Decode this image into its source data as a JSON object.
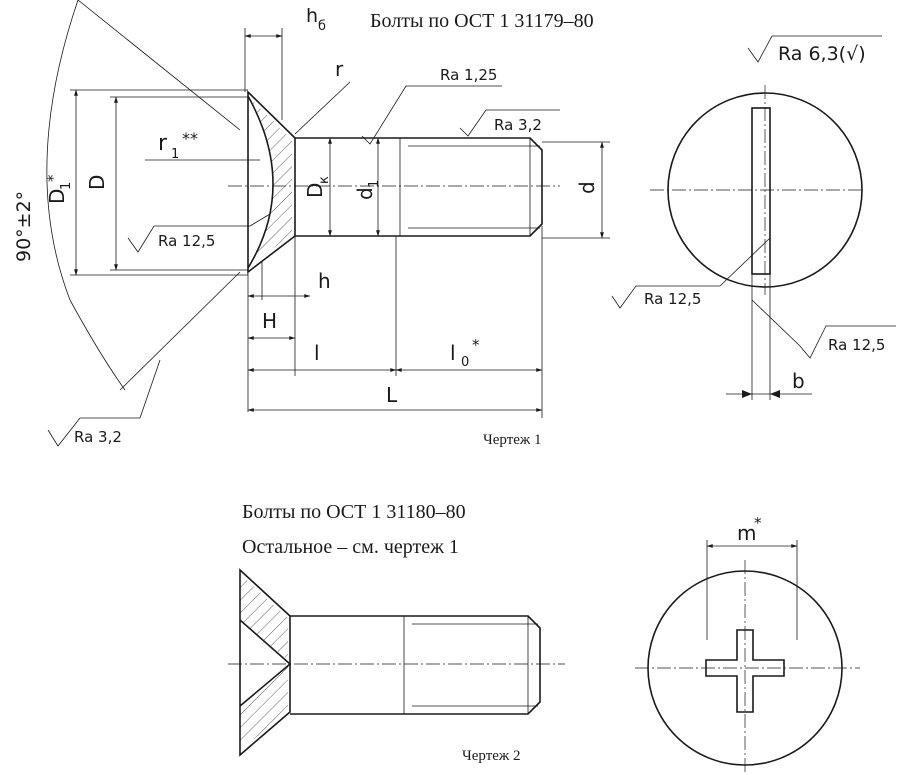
{
  "drawing1": {
    "title": "Болты по ОСТ 1  31179–80",
    "caption": "Чертеж  1",
    "surface_symbol": "Ra 6,3(√)",
    "labels": {
      "hb": "h",
      "hb_sub": "б",
      "r": "r",
      "r1": "r",
      "r1_sub": "1",
      "r1_mark": "**",
      "D1": "D",
      "D1_sub": "1",
      "D1_mark": "*",
      "D": "D",
      "angle": "90°±2°",
      "Dk": "D",
      "Dk_sub": "к",
      "d1": "d",
      "d1_sub": "1",
      "d": "d",
      "h": "h",
      "H": "H",
      "l": "l",
      "l0": "l",
      "l0_sub": "0",
      "l0_mark": "*",
      "L": "L",
      "b": "b"
    },
    "roughness": {
      "shank": "Ra 1,25",
      "thread": "Ra 3,2",
      "head_inner": "Ra 12,5",
      "cone": "Ra 3,2",
      "slot_left": "Ra 12,5",
      "slot_right": "Ra 12,5"
    }
  },
  "drawing2": {
    "title": "Болты по ОСТ 1  31180–80",
    "subtitle": "Остальное  – см. чертеж 1",
    "caption": "Чертеж  2",
    "labels": {
      "m": "m",
      "m_mark": "*"
    }
  }
}
